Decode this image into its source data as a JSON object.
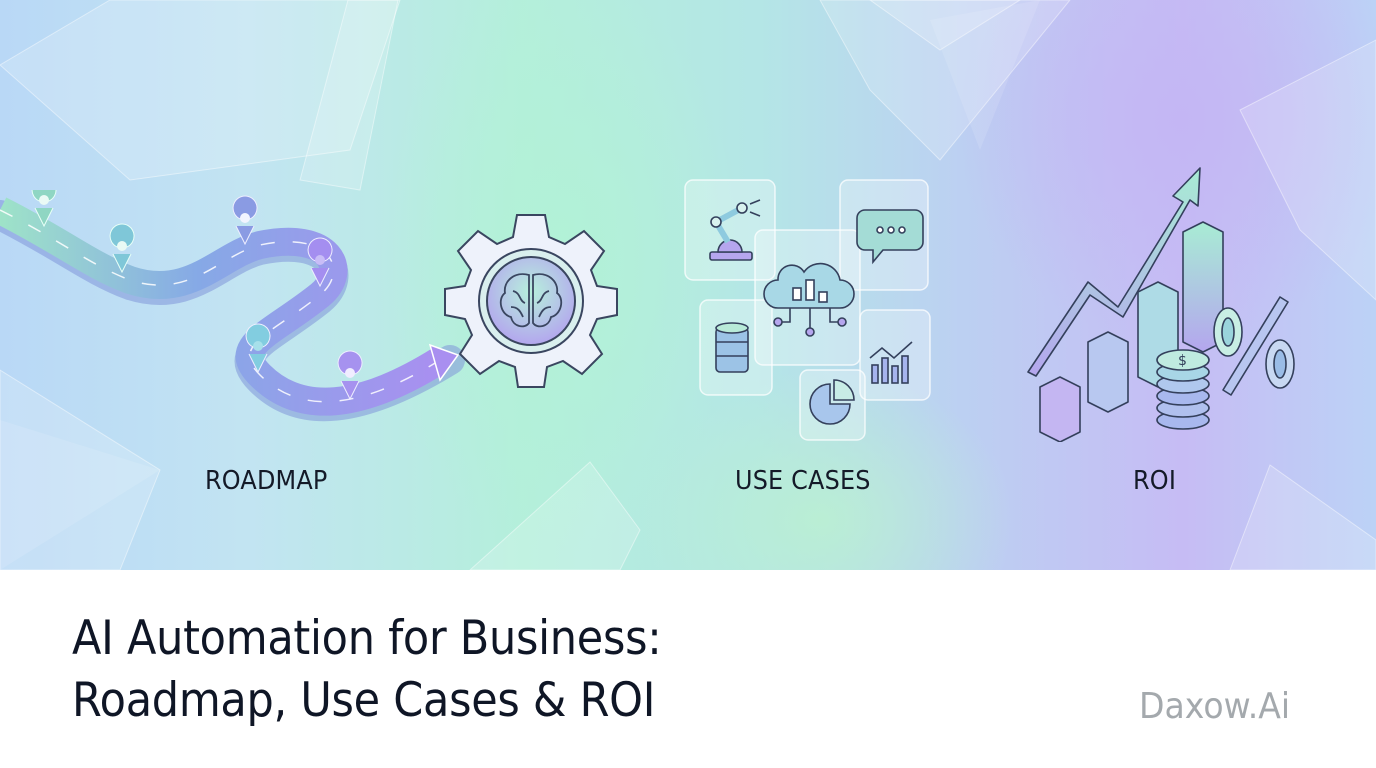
{
  "hero": {
    "sections": [
      {
        "id": "roadmap",
        "label": "ROADMAP",
        "icon": "winding-road-with-map-pins-icon"
      },
      {
        "id": "ai-core",
        "label": "",
        "icon": "gear-with-brain-icon"
      },
      {
        "id": "use-cases",
        "label": "USE CASES",
        "icon": "floating-panels-icon",
        "panels": [
          "robot-arm-icon",
          "chat-bubble-icon",
          "cloud-analytics-icon",
          "database-icon",
          "bar-chart-trend-icon",
          "pie-chart-icon"
        ]
      },
      {
        "id": "roi",
        "label": "ROI",
        "icon": "growth-chart-with-coins-icon",
        "elements": [
          "rising-arrow-icon",
          "3d-bars-icon",
          "coin-stack-icon",
          "percent-sign-icon"
        ]
      }
    ],
    "colors": {
      "mint": "#b4efdb",
      "sky": "#b9d8f6",
      "lavender": "#c6bcf4",
      "outline": "#2f3b55",
      "label_text": "#141a28"
    }
  },
  "footer": {
    "title_line1": "AI Automation for Business:",
    "title_line2": "Roadmap, Use Cases & ROI",
    "brand": "Daxow.Ai",
    "colors": {
      "title": "#0f1626",
      "brand": "#a4a9ad",
      "background": "#ffffff"
    }
  }
}
